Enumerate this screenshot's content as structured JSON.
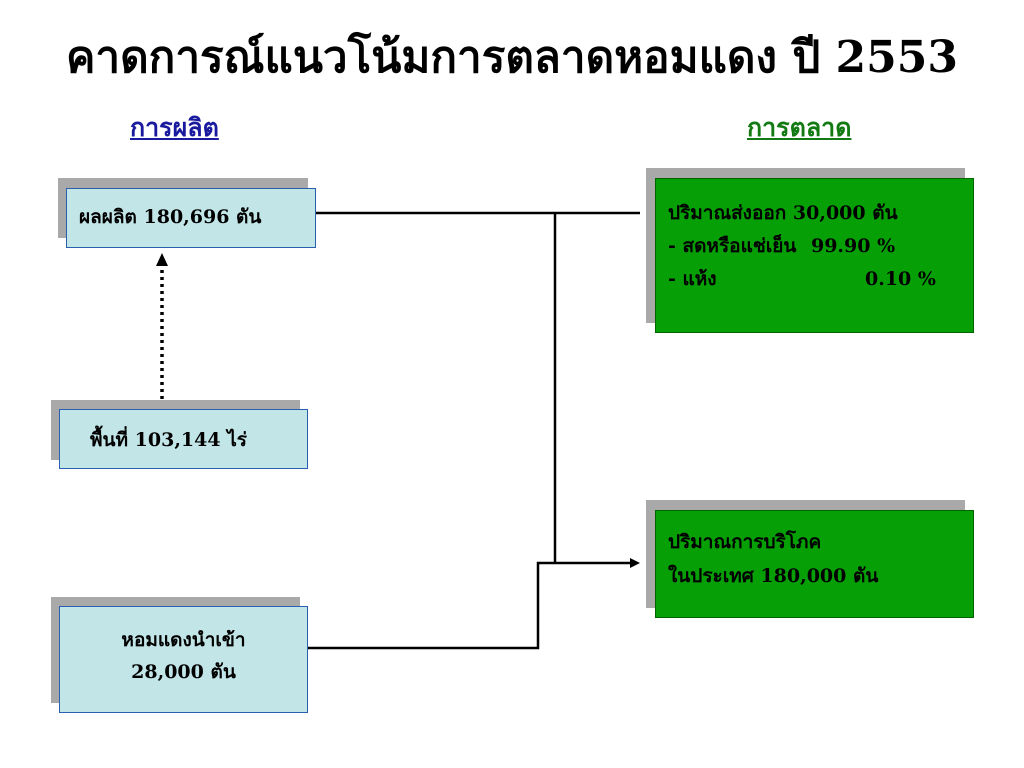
{
  "title": "คาดการณ์แนวโน้มการตลาดหอมแดง ปี 2553",
  "production": {
    "heading": "การผลิต",
    "output_box": "ผลผลิต 180,696 ตัน",
    "area_box": "พื้นที่ 103,144 ไร่",
    "import_box": {
      "line1": "หอมแดงนำเข้า",
      "line2": "28,000 ตัน"
    }
  },
  "marketing": {
    "heading": "การตลาด",
    "export_box": {
      "line1": "ปริมาณส่งออก 30,000 ตัน",
      "line2_label": "- สดหรือแช่เย็น",
      "line2_value": "99.90 %",
      "line3_label": "- แห้ง",
      "line3_value": "0.10 %"
    },
    "consumption_box": {
      "line1": "ปริมาณการบริโภค",
      "line2": "ในประเทศ 180,000 ตัน"
    }
  },
  "colors": {
    "blue_box": "#c2e5e8",
    "green_box": "#06a006",
    "production_heading": "#1a1a9e",
    "marketing_heading": "#137a13"
  }
}
